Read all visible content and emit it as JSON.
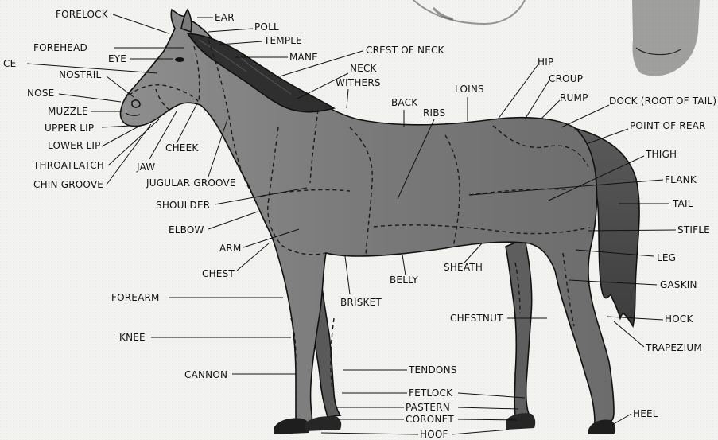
{
  "labels": [
    {
      "id": "forelock",
      "text": "FORELOCK"
    },
    {
      "id": "ear",
      "text": "EAR"
    },
    {
      "id": "poll",
      "text": "POLL"
    },
    {
      "id": "temple",
      "text": "TEMPLE"
    },
    {
      "id": "mane",
      "text": "MANE"
    },
    {
      "id": "crest-of-neck",
      "text": "CREST OF NECK"
    },
    {
      "id": "forehead",
      "text": "FOREHEAD"
    },
    {
      "id": "eye",
      "text": "EYE"
    },
    {
      "id": "face",
      "text": "CE"
    },
    {
      "id": "nostril",
      "text": "NOSTRIL"
    },
    {
      "id": "nose",
      "text": "NOSE"
    },
    {
      "id": "muzzle",
      "text": "MUZZLE"
    },
    {
      "id": "upper-lip",
      "text": "UPPER LIP"
    },
    {
      "id": "lower-lip",
      "text": "LOWER LIP"
    },
    {
      "id": "throatlatch",
      "text": "THROATLATCH"
    },
    {
      "id": "chin-groove",
      "text": "CHIN GROOVE"
    },
    {
      "id": "cheek",
      "text": "CHEEK"
    },
    {
      "id": "jaw",
      "text": "JAW"
    },
    {
      "id": "jugular-groove",
      "text": "JUGULAR GROOVE"
    },
    {
      "id": "neck",
      "text": "NECK"
    },
    {
      "id": "withers",
      "text": "WITHERS"
    },
    {
      "id": "back",
      "text": "BACK"
    },
    {
      "id": "ribs",
      "text": "RIBS"
    },
    {
      "id": "loins",
      "text": "LOINS"
    },
    {
      "id": "hip",
      "text": "HIP"
    },
    {
      "id": "croup",
      "text": "CROUP"
    },
    {
      "id": "rump",
      "text": "RUMP"
    },
    {
      "id": "dock",
      "text": "DOCK (ROOT OF TAIL)"
    },
    {
      "id": "point-of-rear",
      "text": "POINT OF REAR"
    },
    {
      "id": "thigh",
      "text": "THIGH"
    },
    {
      "id": "flank",
      "text": "FLANK"
    },
    {
      "id": "tail",
      "text": "TAIL"
    },
    {
      "id": "stifle",
      "text": "STIFLE"
    },
    {
      "id": "leg",
      "text": "LEG"
    },
    {
      "id": "gaskin",
      "text": "GASKIN"
    },
    {
      "id": "hock",
      "text": "HOCK"
    },
    {
      "id": "trapezium",
      "text": "TRAPEZIUM"
    },
    {
      "id": "heel",
      "text": "HEEL"
    },
    {
      "id": "shoulder",
      "text": "SHOULDER"
    },
    {
      "id": "elbow",
      "text": "ELBOW"
    },
    {
      "id": "arm",
      "text": "ARM"
    },
    {
      "id": "chest",
      "text": "CHEST"
    },
    {
      "id": "forearm",
      "text": "FOREARM"
    },
    {
      "id": "knee",
      "text": "KNEE"
    },
    {
      "id": "cannon",
      "text": "CANNON"
    },
    {
      "id": "brisket",
      "text": "BRISKET"
    },
    {
      "id": "belly",
      "text": "BELLY"
    },
    {
      "id": "sheath",
      "text": "SHEATH"
    },
    {
      "id": "chestnut",
      "text": "CHESTNUT"
    },
    {
      "id": "tendons",
      "text": "TENDONS"
    },
    {
      "id": "fetlock",
      "text": "FETLOCK"
    },
    {
      "id": "pastern",
      "text": "PASTERN"
    },
    {
      "id": "coronet",
      "text": "CORONET"
    },
    {
      "id": "hoof",
      "text": "HOOF"
    }
  ]
}
